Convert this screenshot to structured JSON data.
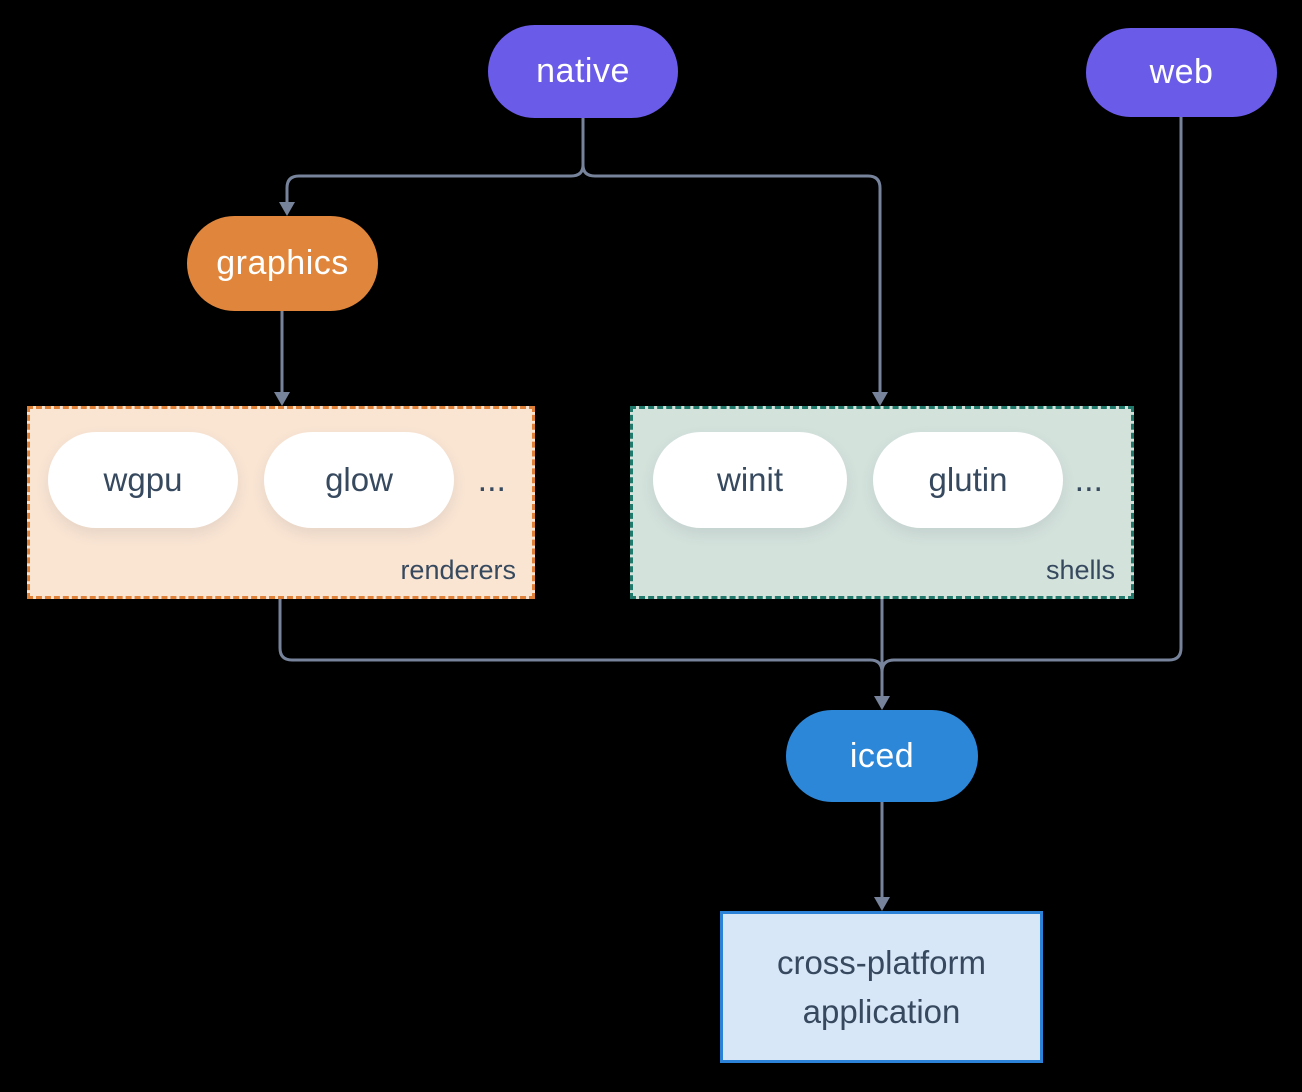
{
  "diagram": {
    "nodes": {
      "native": "native",
      "web": "web",
      "graphics": "graphics",
      "iced": "iced",
      "application": "cross-platform application"
    },
    "groups": {
      "renderers": {
        "label": "renderers",
        "items": [
          "wgpu",
          "glow"
        ],
        "more": "..."
      },
      "shells": {
        "label": "shells",
        "items": [
          "winit",
          "glutin"
        ],
        "more": "..."
      }
    },
    "colors": {
      "background": "#000000",
      "native_web_fill": "#6A5BE8",
      "graphics_fill": "#E0863C",
      "iced_fill": "#2D87D8",
      "renderers_fill": "#FAE5D3",
      "renderers_border": "#E0813A",
      "shells_fill": "#D4E2DC",
      "shells_border": "#20796B",
      "application_fill": "#D8E7F7",
      "application_border": "#2B82D6",
      "edge_stroke": "#76839B",
      "dark_text": "#36495E",
      "pill_text": "#FFFFFF"
    }
  }
}
